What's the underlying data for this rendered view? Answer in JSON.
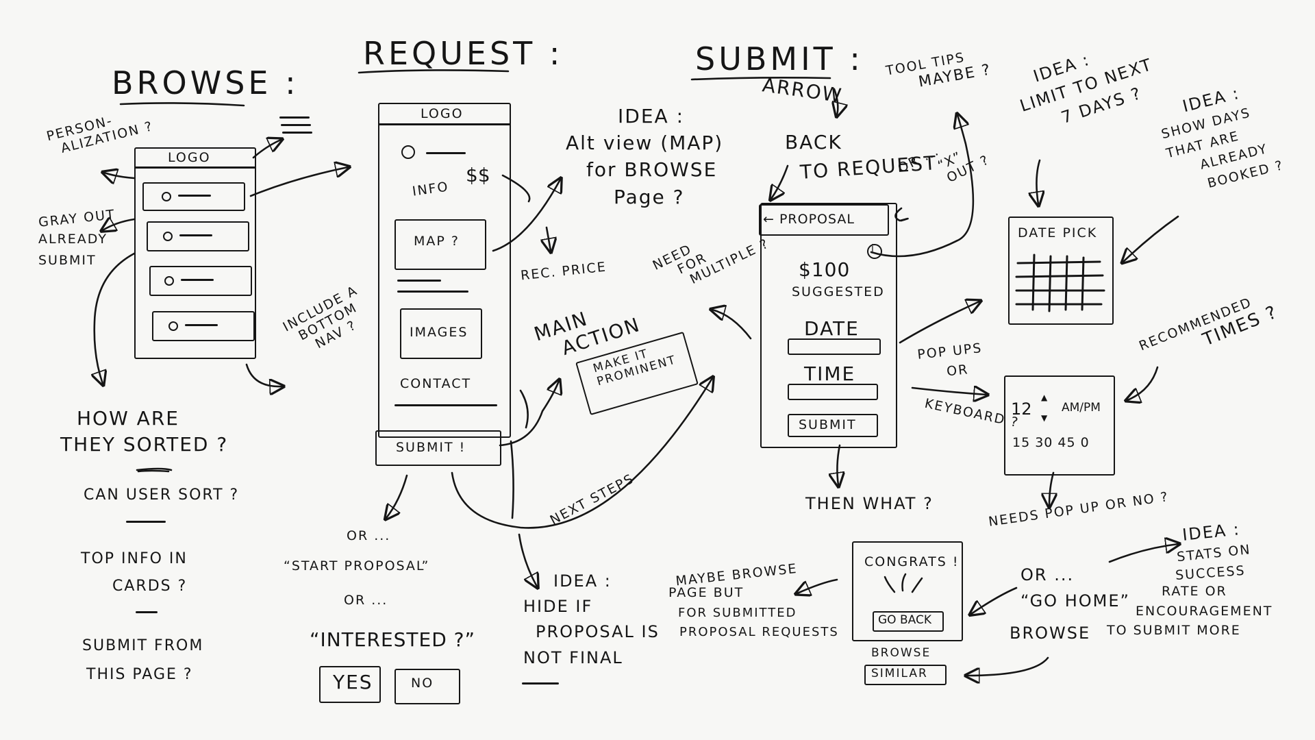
{
  "sections": {
    "browse": "BROWSE :",
    "request": "REQUEST :",
    "submit": "SUBMIT :"
  },
  "browse": {
    "phone_logo": "LOGO",
    "note_personalization_1": "PERSON-",
    "note_personalization_2": "ALIZATION ?",
    "note_grayout_1": "GRAY OUT",
    "note_grayout_2": "ALREADY",
    "note_grayout_3": "SUBMIT",
    "note_bottomnav_1": "INCLUDE A",
    "note_bottomnav_2": "BOTTOM",
    "note_bottomnav_3": "NAV ?",
    "q_sorted_1": "How ARE",
    "q_sorted_2": "THEY SORTED ?",
    "q_usersort": "CAN USER SORT ?",
    "q_topinfo_1": "Top INFO IN",
    "q_topinfo_2": "CARDS ?",
    "q_submitfrom_1": "SUBMIT FROM",
    "q_submitfrom_2": "THIS PAGE ?"
  },
  "request": {
    "phone_logo": "LOGO",
    "info": "INFO",
    "price": "$$",
    "map": "MAP ?",
    "images": "IMAGES",
    "contact": "CONTACT",
    "submit": "SUBMIT !",
    "or_1": "OR ...",
    "start_proposal": "“START PROPOSAL”",
    "or_2": "OR ...",
    "interested": "“INTERESTED ?”",
    "yes": "YES",
    "no": "NO",
    "idea_map_1": "IDEA :",
    "idea_map_2": "Alt view (MAP)",
    "idea_map_3": "for BROWSE",
    "idea_map_4": "Page ?",
    "rec_price": "REC. PRICE",
    "need_multiple_1": "NEED",
    "need_multiple_2": "FOR",
    "need_multiple_3": "MULTIPLE ?",
    "main_action_1": "MAIN",
    "main_action_2": "ACTION",
    "prominent_1": "MAKE IT",
    "prominent_2": "PROMINENT",
    "next_steps": "NEXT STEPS",
    "idea_hide_1": "IDEA :",
    "idea_hide_2": "HIDE IF",
    "idea_hide_3": "PROPOSAL IS",
    "idea_hide_4": "NOT FINAL"
  },
  "submit": {
    "arrow_1": "ARROW",
    "arrow_2": "BACK",
    "arrow_3": "TO REQUEST",
    "tooltips_1": "TOOL TIPS",
    "tooltips_2": "MAYBE ?",
    "or_x_1": "OR ...",
    "or_x_2": "“X”",
    "or_x_3": "OUT ?",
    "phone_header": "← PROPOSAL",
    "info_glyph": "i",
    "price": "$100",
    "suggested": "SUGGESTED",
    "date": "DATE",
    "time": "TIME",
    "submit_btn": "SUBMIT",
    "then_what": "THEN WHAT ?",
    "popups_1": "POP UPS",
    "popups_2": "OR",
    "popups_3": "KEYBOARD ?",
    "idea_limit_1": "IDEA :",
    "idea_limit_2": "LIMIT TO NEXT",
    "idea_limit_3": "7 DAYS ?",
    "idea_show_1": "IDEA :",
    "idea_show_2": "SHOW DAYS",
    "idea_show_3": "THAT ARE",
    "idea_show_4": "ALREADY",
    "idea_show_5": "BOOKED ?",
    "date_pick": "DATE PICK",
    "recommended_1": "RECOMMENDED",
    "recommended_2": "TIMES ?",
    "time_hour": "12",
    "time_ampm": "AM/PM",
    "time_minutes": "15 30 45 0",
    "needs_popup": "NEEDS POP UP OR NO ?",
    "congrats": "CONGRATS !",
    "go_back": "GO BACK",
    "browse_similar_1": "BROWSE",
    "browse_similar_2": "SIMILAR",
    "maybe_browse_1": "MAYBE BROWSE",
    "maybe_browse_2": "PAGE BUT",
    "maybe_browse_3": "FOR SUBMITTED",
    "maybe_browse_4": "PROPOSAL REQUESTS",
    "or_go_home_1": "OR ...",
    "or_go_home_2": "“GO HOME”",
    "or_go_home_3": "BROWSE",
    "idea_stats_1": "IDEA :",
    "idea_stats_2": "STATS ON",
    "idea_stats_3": "SUCCESS",
    "idea_stats_4": "RATE OR",
    "idea_stats_5": "ENCOURAGEMENT",
    "idea_stats_6": "TO SUBMIT MORE"
  }
}
